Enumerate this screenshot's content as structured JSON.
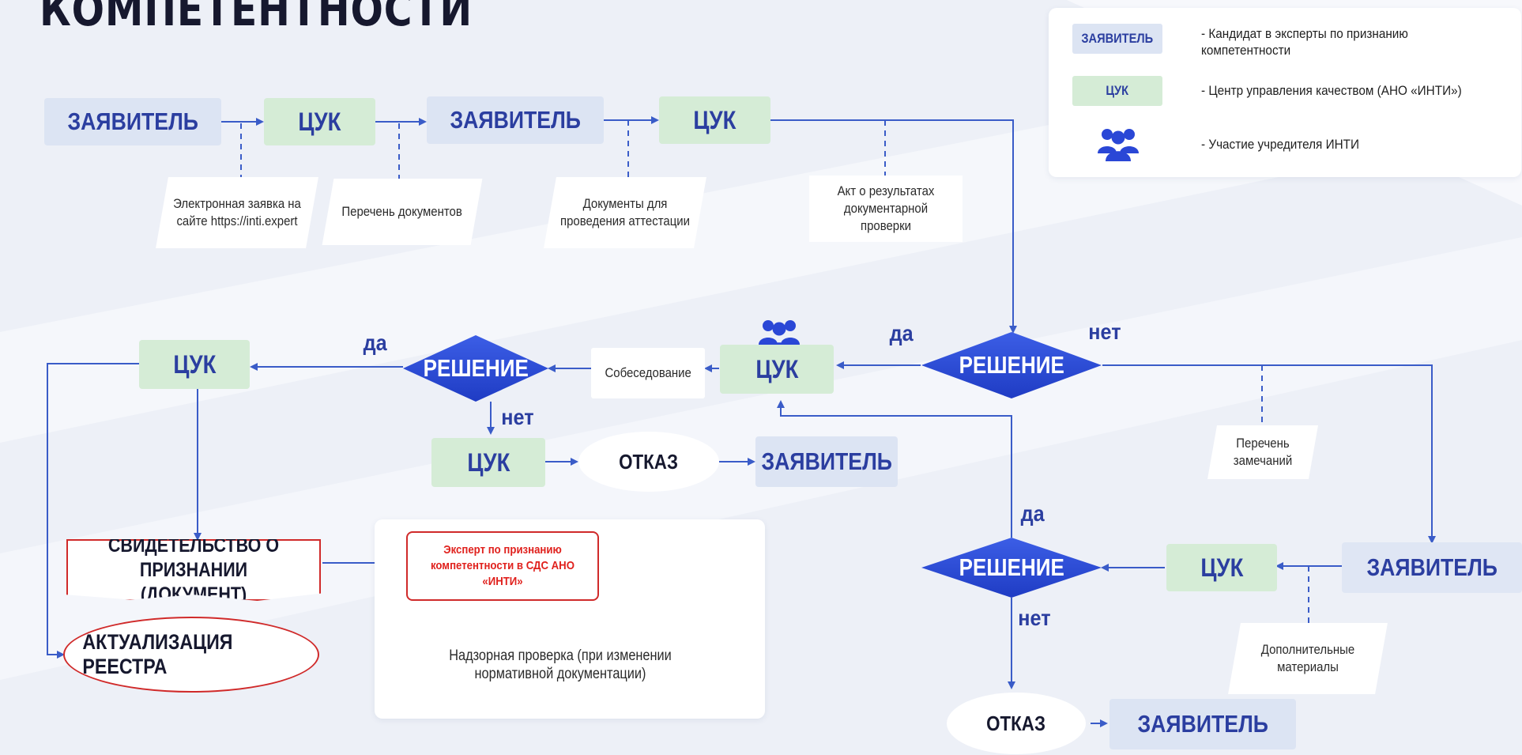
{
  "title": "КОМПЕТЕНТНОСТИ",
  "colors": {
    "applicant_fill": "#dce4f3",
    "center_fill": "#d5ecd6",
    "label_text": "#2b3ea0",
    "decision_fill": "#2a47d6",
    "line": "#3a5cc8",
    "accent_red": "#d02a2a"
  },
  "legend": {
    "applicant_chip": "ЗАЯВИТЕЛЬ",
    "applicant_desc": "- Кандидат в эксперты по признанию компетентности",
    "center_chip": "ЦУК",
    "center_desc": "- Центр управления качеством (АНО «ИНТИ»)",
    "founder_icon": "people-group-icon",
    "founder_desc": "- Участие учредителя ИНТИ"
  },
  "top_flow": {
    "applicant_1": "ЗАЯВИТЕЛЬ",
    "center_1": "ЦУК",
    "applicant_2": "ЗАЯВИТЕЛЬ",
    "center_2": "ЦУК",
    "note_application": "Электронная заявка на сайте https://inti.expert",
    "note_doc_list": "Перечень документов",
    "note_attestation_docs": "Документы для проведения аттестации",
    "note_check_act": "Акт о результатах документарной проверки"
  },
  "decision_main": {
    "label": "РЕШЕНИЕ",
    "yes": "да",
    "no": "нет",
    "note_remarks": "Перечень замечаний"
  },
  "interview_flow": {
    "center": "ЦУК",
    "note_interview": "Собеседование",
    "decision": "РЕШЕНИЕ",
    "yes": "да",
    "no": "нет",
    "center_yes": "ЦУК",
    "center_no": "ЦУК",
    "refusal": "ОТКАЗ",
    "applicant_refused": "ЗАЯВИТЕЛЬ"
  },
  "outputs": {
    "certificate": "СВИДЕТЕЛЬСТВО О ПРИЗНАНИИ (ДОКУМЕНТ)",
    "registry": "АКТУАЛИЗАЦИЯ РЕЕСТРА",
    "expert": "Эксперт по признанию компетентности в СДС АНО «ИНТИ»",
    "supervision": "Надзорная проверка (при изменении нормативной документации)"
  },
  "rework_flow": {
    "applicant": "ЗАЯВИТЕЛЬ",
    "center": "ЦУК",
    "note_extra": "Дополнительные материалы",
    "decision": "РЕШЕНИЕ",
    "yes": "да",
    "no": "нет",
    "refusal": "ОТКАЗ",
    "applicant_refused": "ЗАЯВИТЕЛЬ"
  }
}
